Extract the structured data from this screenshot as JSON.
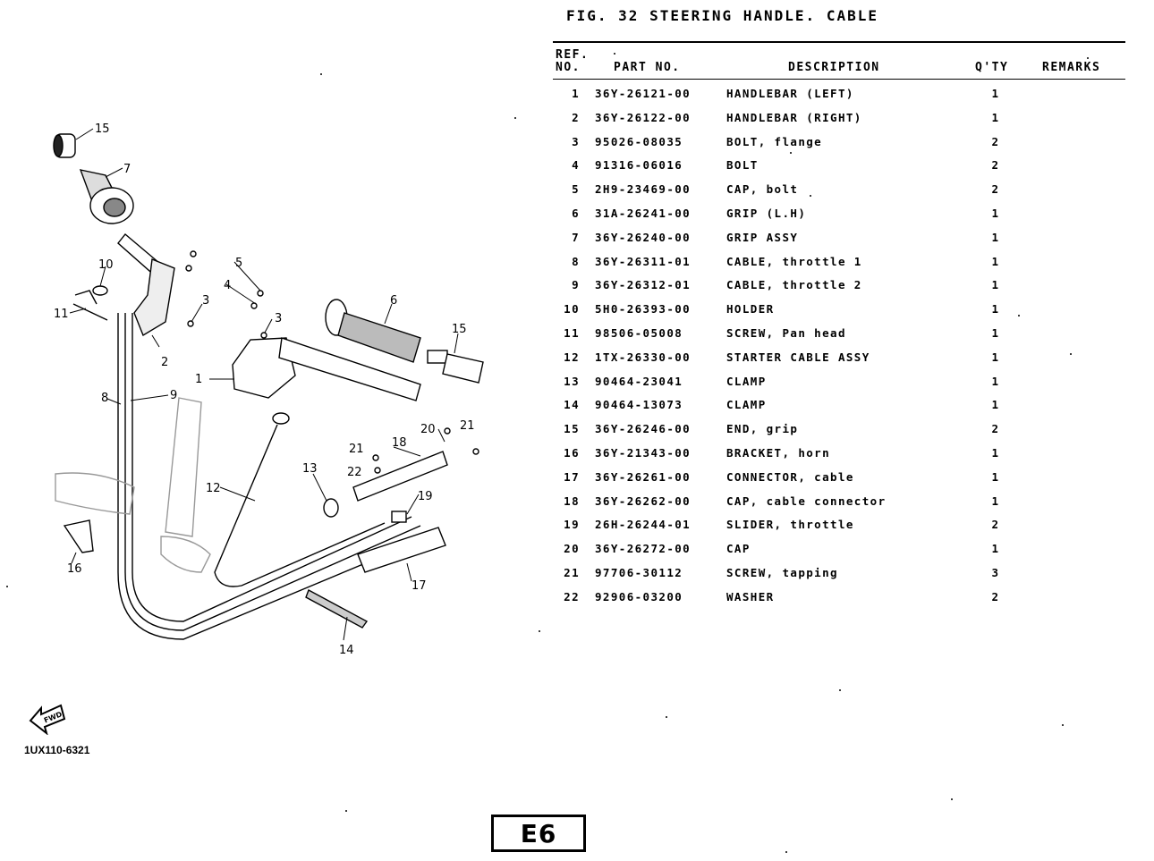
{
  "figure": {
    "title": "FIG. 32  STEERING HANDLE. CABLE"
  },
  "table": {
    "headers": {
      "ref_line1": "REF.",
      "ref_line2": "NO.",
      "part_no": "PART NO.",
      "description": "DESCRIPTION",
      "qty": "Q'TY",
      "remarks": "REMARKS"
    },
    "rows": [
      {
        "ref": "1",
        "part_no": "36Y-26121-00",
        "description": "HANDLEBAR (LEFT)",
        "qty": "1",
        "remarks": ""
      },
      {
        "ref": "2",
        "part_no": "36Y-26122-00",
        "description": "HANDLEBAR (RIGHT)",
        "qty": "1",
        "remarks": ""
      },
      {
        "ref": "3",
        "part_no": "95026-08035",
        "description": "BOLT, flange",
        "qty": "2",
        "remarks": ""
      },
      {
        "ref": "4",
        "part_no": "91316-06016",
        "description": "BOLT",
        "qty": "2",
        "remarks": ""
      },
      {
        "ref": "5",
        "part_no": "2H9-23469-00",
        "description": "CAP, bolt",
        "qty": "2",
        "remarks": ""
      },
      {
        "ref": "6",
        "part_no": "31A-26241-00",
        "description": "GRIP (L.H)",
        "qty": "1",
        "remarks": ""
      },
      {
        "ref": "7",
        "part_no": "36Y-26240-00",
        "description": "GRIP ASSY",
        "qty": "1",
        "remarks": ""
      },
      {
        "ref": "8",
        "part_no": "36Y-26311-01",
        "description": "CABLE, throttle 1",
        "qty": "1",
        "remarks": ""
      },
      {
        "ref": "9",
        "part_no": "36Y-26312-01",
        "description": "CABLE, throttle 2",
        "qty": "1",
        "remarks": ""
      },
      {
        "ref": "10",
        "part_no": "5H0-26393-00",
        "description": "HOLDER",
        "qty": "1",
        "remarks": ""
      },
      {
        "ref": "11",
        "part_no": "98506-05008",
        "description": "SCREW, Pan head",
        "qty": "1",
        "remarks": ""
      },
      {
        "ref": "12",
        "part_no": "1TX-26330-00",
        "description": "STARTER CABLE ASSY",
        "qty": "1",
        "remarks": ""
      },
      {
        "ref": "13",
        "part_no": "90464-23041",
        "description": "CLAMP",
        "qty": "1",
        "remarks": ""
      },
      {
        "ref": "14",
        "part_no": "90464-13073",
        "description": "CLAMP",
        "qty": "1",
        "remarks": ""
      },
      {
        "ref": "15",
        "part_no": "36Y-26246-00",
        "description": "END, grip",
        "qty": "2",
        "remarks": ""
      },
      {
        "ref": "16",
        "part_no": "36Y-21343-00",
        "description": "BRACKET, horn",
        "qty": "1",
        "remarks": ""
      },
      {
        "ref": "17",
        "part_no": "36Y-26261-00",
        "description": "CONNECTOR, cable",
        "qty": "1",
        "remarks": ""
      },
      {
        "ref": "18",
        "part_no": "36Y-26262-00",
        "description": "CAP, cable connector",
        "qty": "1",
        "remarks": ""
      },
      {
        "ref": "19",
        "part_no": "26H-26244-01",
        "description": "SLIDER, throttle",
        "qty": "2",
        "remarks": ""
      },
      {
        "ref": "20",
        "part_no": "36Y-26272-00",
        "description": "CAP",
        "qty": "1",
        "remarks": ""
      },
      {
        "ref": "21",
        "part_no": "97706-30112",
        "description": "SCREW, tapping",
        "qty": "3",
        "remarks": ""
      },
      {
        "ref": "22",
        "part_no": "92906-03200",
        "description": "WASHER",
        "qty": "2",
        "remarks": ""
      }
    ]
  },
  "diagram": {
    "callouts": {
      "c1": "1",
      "c2": "2",
      "c3a": "3",
      "c3b": "3",
      "c4": "4",
      "c5": "5",
      "c6": "6",
      "c7": "7",
      "c8": "8",
      "c9": "9",
      "c10": "10",
      "c11": "11",
      "c12": "12",
      "c13": "13",
      "c14": "14",
      "c15a": "15",
      "c15b": "15",
      "c16": "16",
      "c17": "17",
      "c18": "18",
      "c19": "19",
      "c20": "20",
      "c21a": "21",
      "c21b": "21",
      "c22": "22"
    },
    "drawing_code": "1UX110-6321",
    "fwd_label": "FWD",
    "fwd_icon": "forward-arrow-icon"
  },
  "footer": {
    "page_tag": "E6"
  }
}
